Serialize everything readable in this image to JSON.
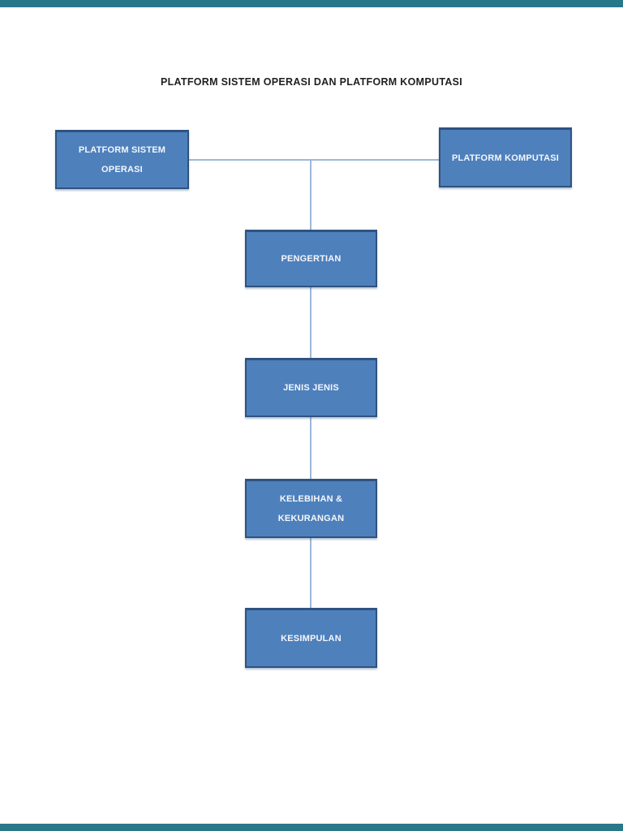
{
  "document": {
    "title": "PLATFORM SISTEM OPERASI DAN PLATFORM KOMPUTASI"
  },
  "viewer": {
    "top_bar": "viewer chrome strip",
    "bottom_bar": "viewer chrome strip"
  },
  "diagram": {
    "type": "flowchart",
    "nodes": [
      {
        "id": "platform-sistem-operasi",
        "lines": [
          "PLATFORM SISTEM",
          "OPERASI"
        ]
      },
      {
        "id": "platform-komputasi",
        "lines": [
          "PLATFORM KOMPUTASI"
        ]
      },
      {
        "id": "pengertian",
        "lines": [
          "PENGERTIAN"
        ]
      },
      {
        "id": "jenis-jenis",
        "lines": [
          "JENIS JENIS"
        ]
      },
      {
        "id": "kelebihan-kekurangan",
        "lines": [
          "KELEBIHAN &",
          "KEKURANGAN"
        ]
      },
      {
        "id": "kesimpulan",
        "lines": [
          "KESIMPULAN"
        ]
      }
    ],
    "edges": [
      {
        "from": "platform-sistem-operasi",
        "to": "platform-komputasi",
        "style": "horizontal"
      },
      {
        "from": "horizontal-junction",
        "to": "pengertian",
        "style": "vertical"
      },
      {
        "from": "pengertian",
        "to": "jenis-jenis",
        "style": "vertical"
      },
      {
        "from": "jenis-jenis",
        "to": "kelebihan-kekurangan",
        "style": "vertical"
      },
      {
        "from": "kelebihan-kekurangan",
        "to": "kesimpulan",
        "style": "vertical"
      }
    ]
  },
  "colors": {
    "box_fill": "#4e80bc",
    "box_border": "#2f5380",
    "box_text": "#f4f7fb",
    "connector": "#9db8d8",
    "title_color": "#1f1f1f",
    "viewer_bar": "#27798a",
    "page_bg": "#ffffff"
  }
}
